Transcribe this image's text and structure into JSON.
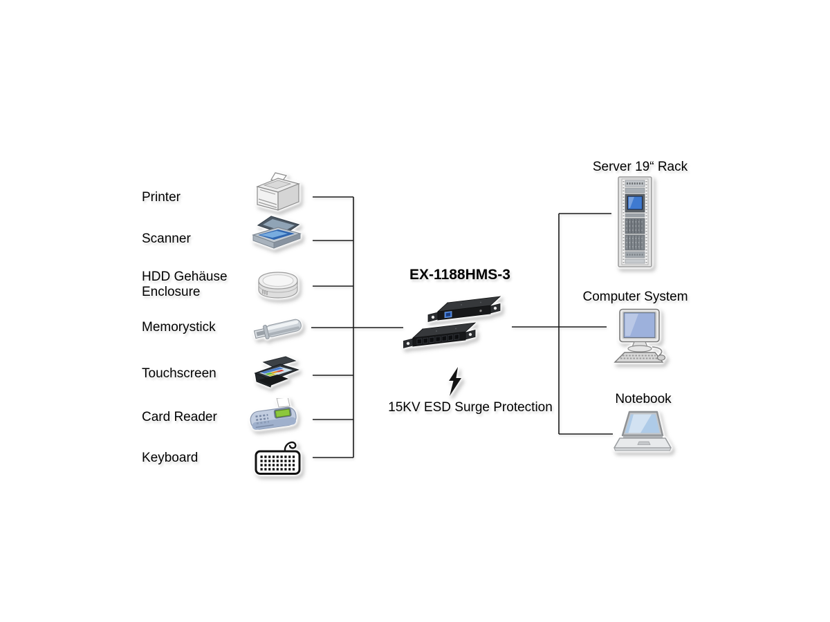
{
  "diagram": {
    "devices": [
      {
        "label": "Printer",
        "icon": "printer-icon"
      },
      {
        "label": "Scanner",
        "icon": "scanner-icon"
      },
      {
        "label": "HDD Gehäuse Enclosure",
        "lines": [
          "HDD Gehäuse",
          "Enclosure"
        ],
        "icon": "hdd-enclosure-icon"
      },
      {
        "label": "Memorystick",
        "icon": "memorystick-icon"
      },
      {
        "label": "Touchscreen",
        "icon": "touchscreen-icon"
      },
      {
        "label": "Card Reader",
        "icon": "card-reader-icon"
      },
      {
        "label": "Keyboard",
        "icon": "keyboard-icon"
      }
    ],
    "hub": {
      "model": "EX-1188HMS-3",
      "feature": "15KV ESD Surge Protection",
      "feature_icon": "lightning-bolt-icon",
      "icon": "usb-hub-device-icon"
    },
    "hosts": [
      {
        "label": "Server 19“ Rack",
        "icon": "server-rack-icon"
      },
      {
        "label": "Computer System",
        "icon": "desktop-computer-icon"
      },
      {
        "label": "Notebook",
        "icon": "notebook-icon"
      }
    ],
    "colors": {
      "background": "#ffffff",
      "line": "#1a1a1a",
      "text": "#000000",
      "hub_body_top": "#36383b",
      "hub_body_front": "#17181a",
      "usb_port_blue": "#3a76d8",
      "rack_screen_blue": "#3f7ad0",
      "monitor_screen_blue": "#9db1dc",
      "scanner_glass_blue": "#2f66b0"
    }
  }
}
